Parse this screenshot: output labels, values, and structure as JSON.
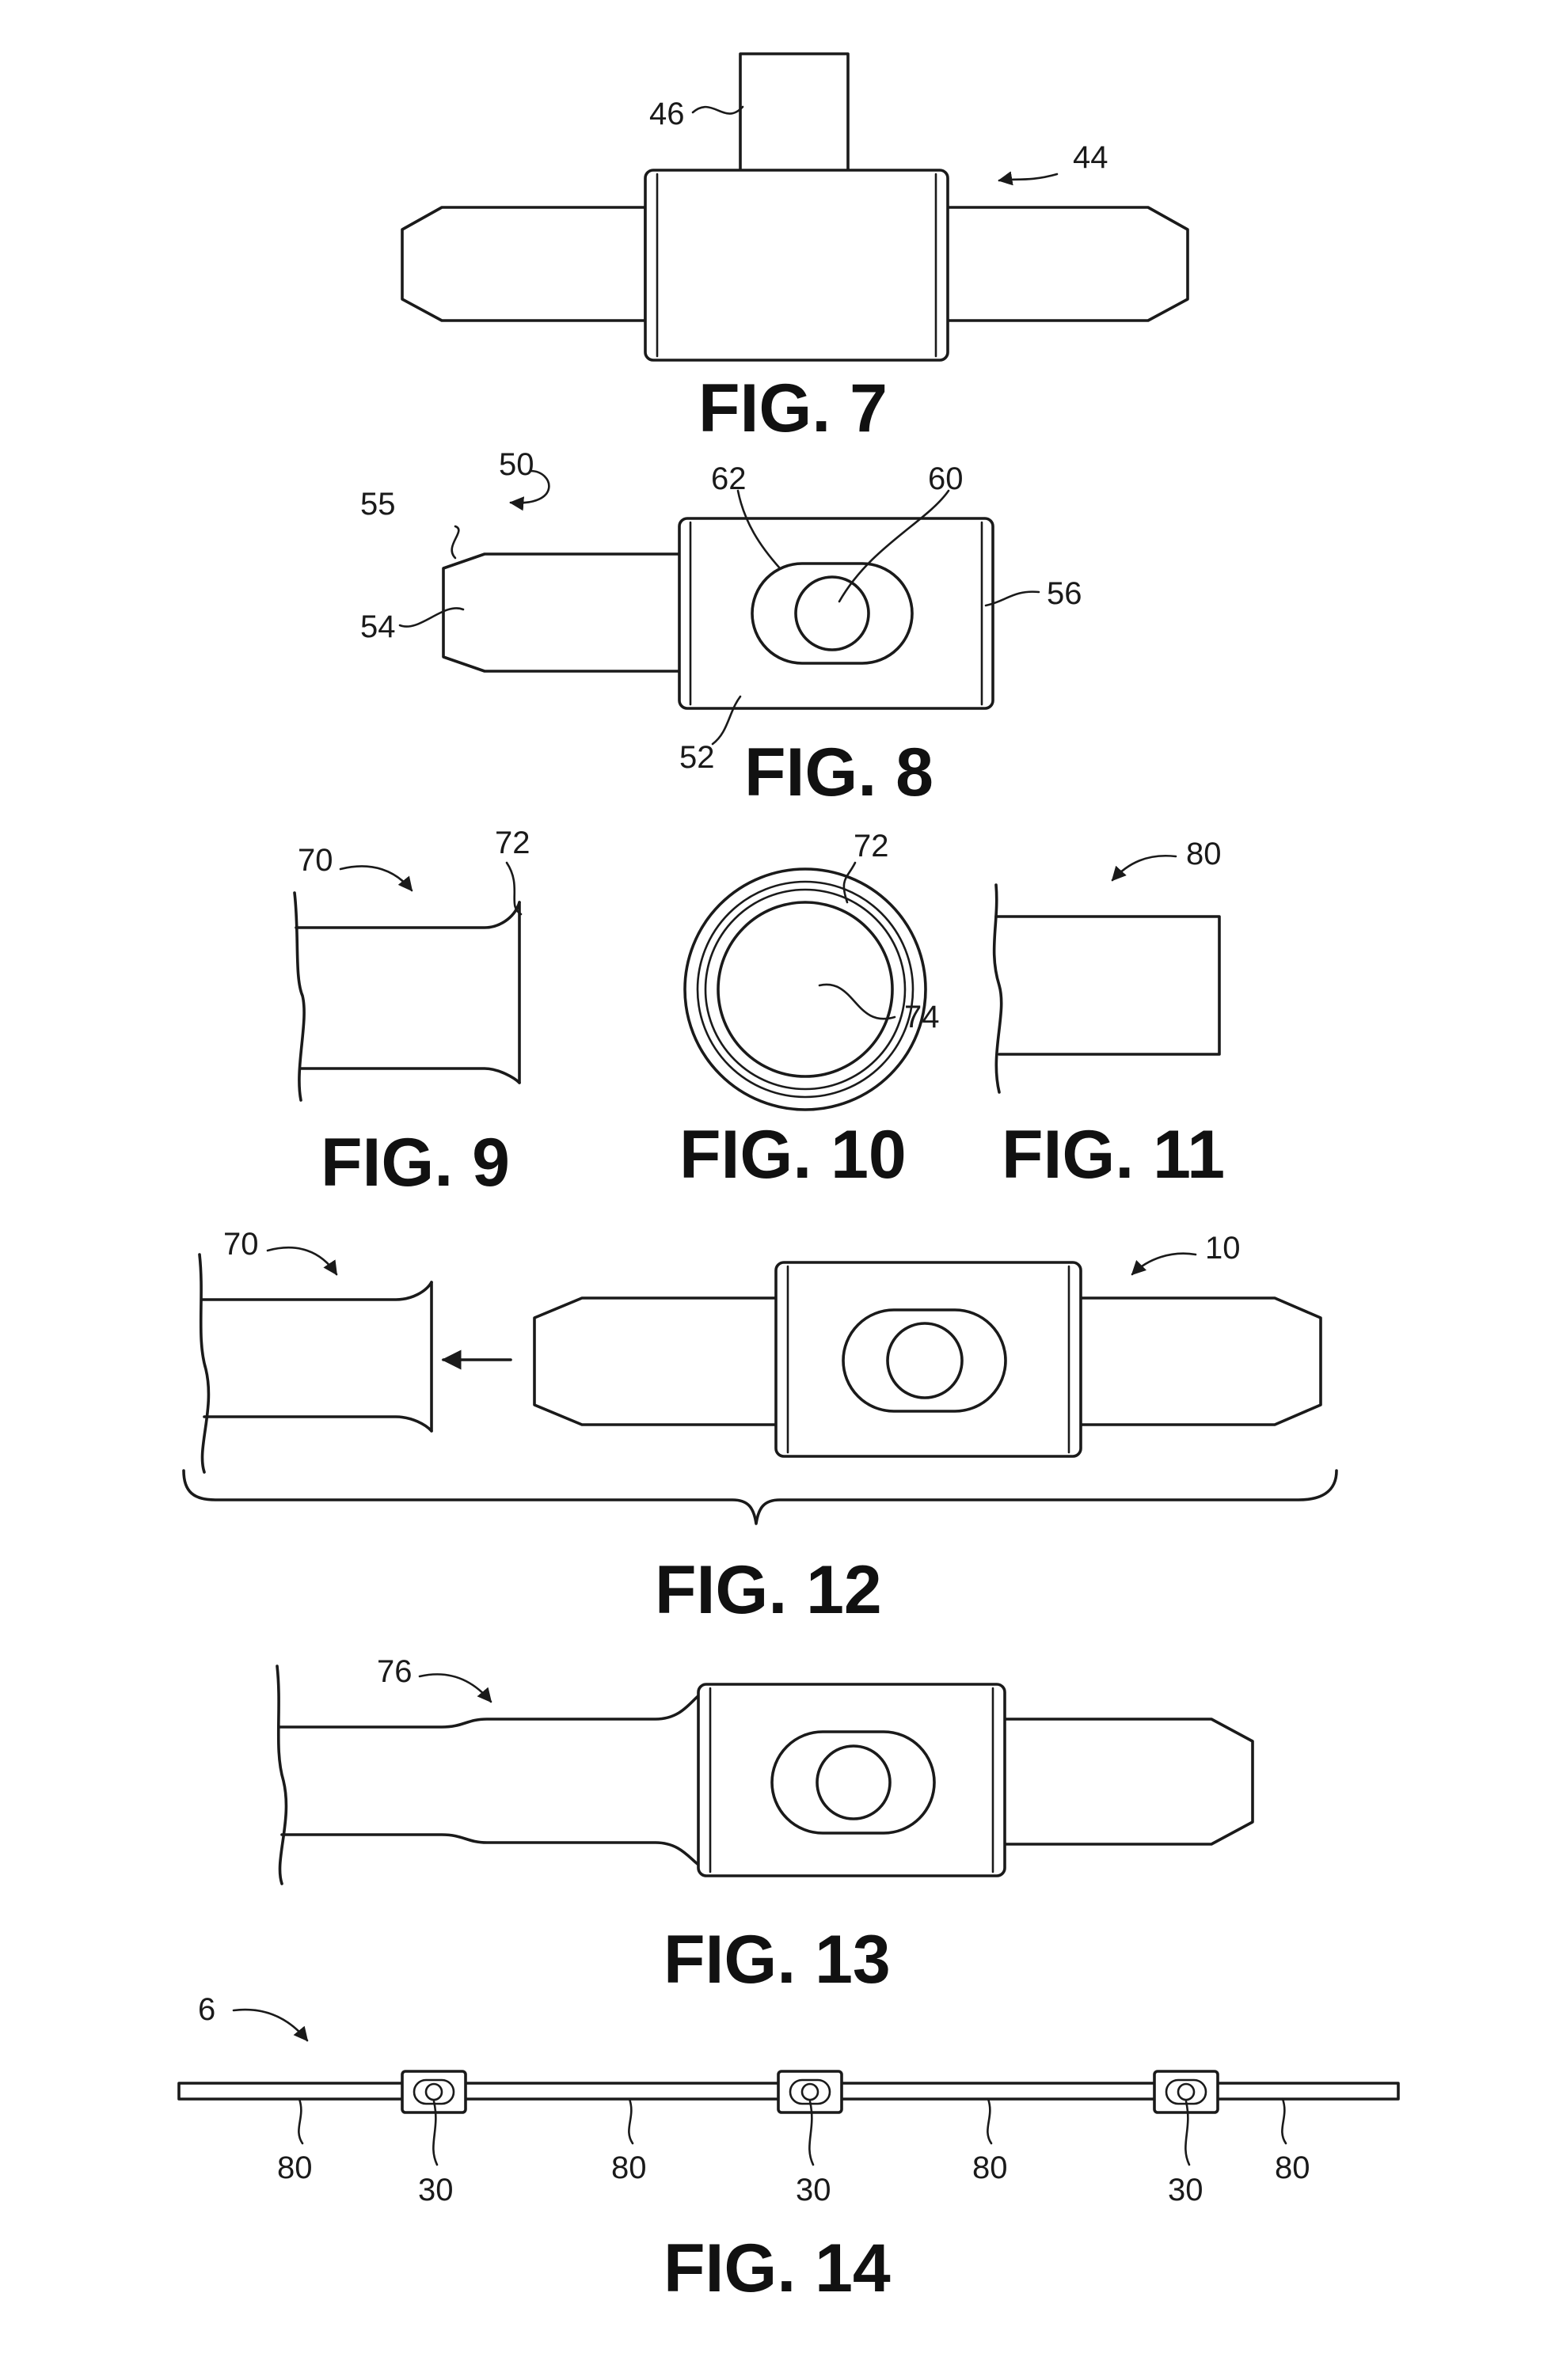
{
  "figures": {
    "fig7": {
      "title": "FIG. 7",
      "refs": {
        "r46": "46",
        "r44": "44"
      }
    },
    "fig8": {
      "title": "FIG. 8",
      "refs": {
        "r50": "50",
        "r55": "55",
        "r54": "54",
        "r62": "62",
        "r60": "60",
        "r56": "56",
        "r52": "52"
      }
    },
    "fig9": {
      "title": "FIG. 9",
      "refs": {
        "r70": "70",
        "r72": "72"
      }
    },
    "fig10": {
      "title": "FIG. 10",
      "refs": {
        "r72": "72",
        "r74": "74"
      }
    },
    "fig11": {
      "title": "FIG. 11",
      "refs": {
        "r80": "80"
      }
    },
    "fig12": {
      "title": "FIG. 12",
      "refs": {
        "r70": "70",
        "r10": "10"
      }
    },
    "fig13": {
      "title": "FIG. 13",
      "refs": {
        "r76": "76"
      }
    },
    "fig14": {
      "title": "FIG. 14",
      "refs": {
        "r6": "6",
        "r80": "80",
        "r30": "30"
      }
    }
  }
}
